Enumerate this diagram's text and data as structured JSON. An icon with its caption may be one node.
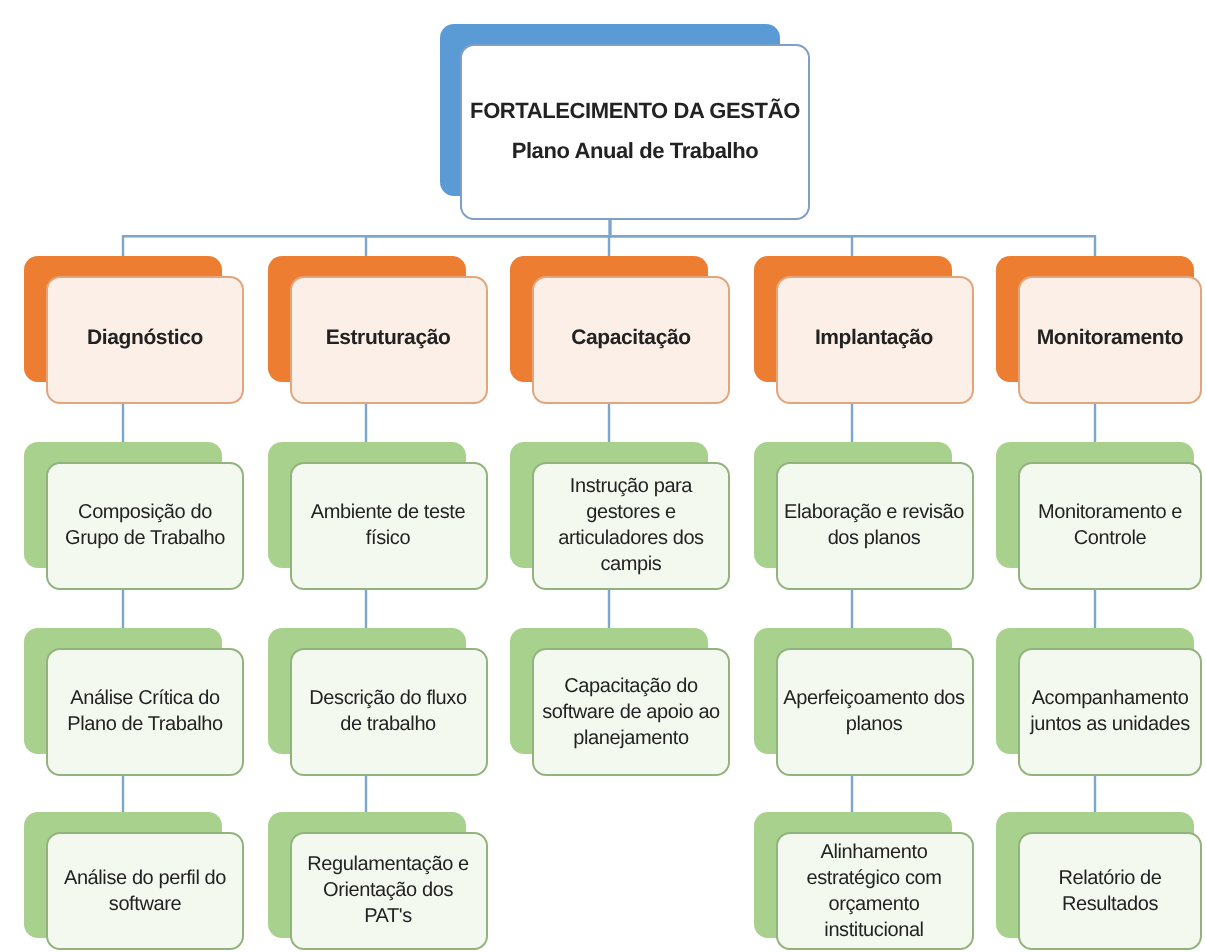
{
  "diagram": {
    "nodes": [
      {
        "text": [
          "FORTALECIMENTO DA GESTÃO",
          "Plano Anual de Trabalho"
        ]
      },
      {
        "text": [
          "Diagnóstico"
        ]
      },
      {
        "text": [
          "Estruturação"
        ]
      },
      {
        "text": [
          "Capacitação"
        ]
      },
      {
        "text": [
          "Implantação"
        ]
      },
      {
        "text": [
          "Monitoramento"
        ]
      },
      {
        "text": [
          "Composição do Grupo de Trabalho"
        ]
      },
      {
        "text": [
          "Ambiente de teste físico"
        ]
      },
      {
        "text": [
          "Instrução para gestores e articuladores dos campis"
        ]
      },
      {
        "text": [
          "Elaboração e revisão dos planos"
        ]
      },
      {
        "text": [
          "Monitoramento e Controle"
        ]
      },
      {
        "text": [
          "Análise Crítica  do Plano de Trabalho"
        ]
      },
      {
        "text": [
          "Descrição do fluxo de trabalho"
        ]
      },
      {
        "text": [
          "Capacitação do software de apoio ao planejamento"
        ]
      },
      {
        "text": [
          "Aperfeiçoamento dos planos"
        ]
      },
      {
        "text": [
          "Acompanhamento juntos as unidades"
        ]
      },
      {
        "text": [
          "Análise do perfil do software"
        ]
      },
      {
        "text": [
          "Regulamentação e Orientação dos PAT's"
        ]
      },
      {
        "text": [
          "Alinhamento estratégico com orçamento institucional"
        ]
      },
      {
        "text": [
          "Relatório de Resultados"
        ]
      }
    ],
    "edges": [
      {
        "from": 0,
        "to": 1,
        "arrow": "none"
      },
      {
        "from": 0,
        "to": 2,
        "arrow": "none"
      },
      {
        "from": 0,
        "to": 3,
        "arrow": "none"
      },
      {
        "from": 0,
        "to": 4,
        "arrow": "none"
      },
      {
        "from": 0,
        "to": 5,
        "arrow": "none"
      },
      {
        "from": 1,
        "to": 6,
        "arrow": "none"
      },
      {
        "from": 2,
        "to": 7,
        "arrow": "none"
      },
      {
        "from": 3,
        "to": 8,
        "arrow": "none"
      },
      {
        "from": 4,
        "to": 9,
        "arrow": "none"
      },
      {
        "from": 5,
        "to": 10,
        "arrow": "none"
      },
      {
        "from": 6,
        "to": 11,
        "arrow": "none"
      },
      {
        "from": 7,
        "to": 12,
        "arrow": "none"
      },
      {
        "from": 8,
        "to": 13,
        "arrow": "none"
      },
      {
        "from": 9,
        "to": 14,
        "arrow": "none"
      },
      {
        "from": 10,
        "to": 15,
        "arrow": "none"
      },
      {
        "from": 11,
        "to": 16,
        "arrow": "none"
      },
      {
        "from": 12,
        "to": 17,
        "arrow": "none"
      },
      {
        "from": 14,
        "to": 18,
        "arrow": "none"
      },
      {
        "from": 15,
        "to": 19,
        "arrow": "none"
      }
    ]
  }
}
